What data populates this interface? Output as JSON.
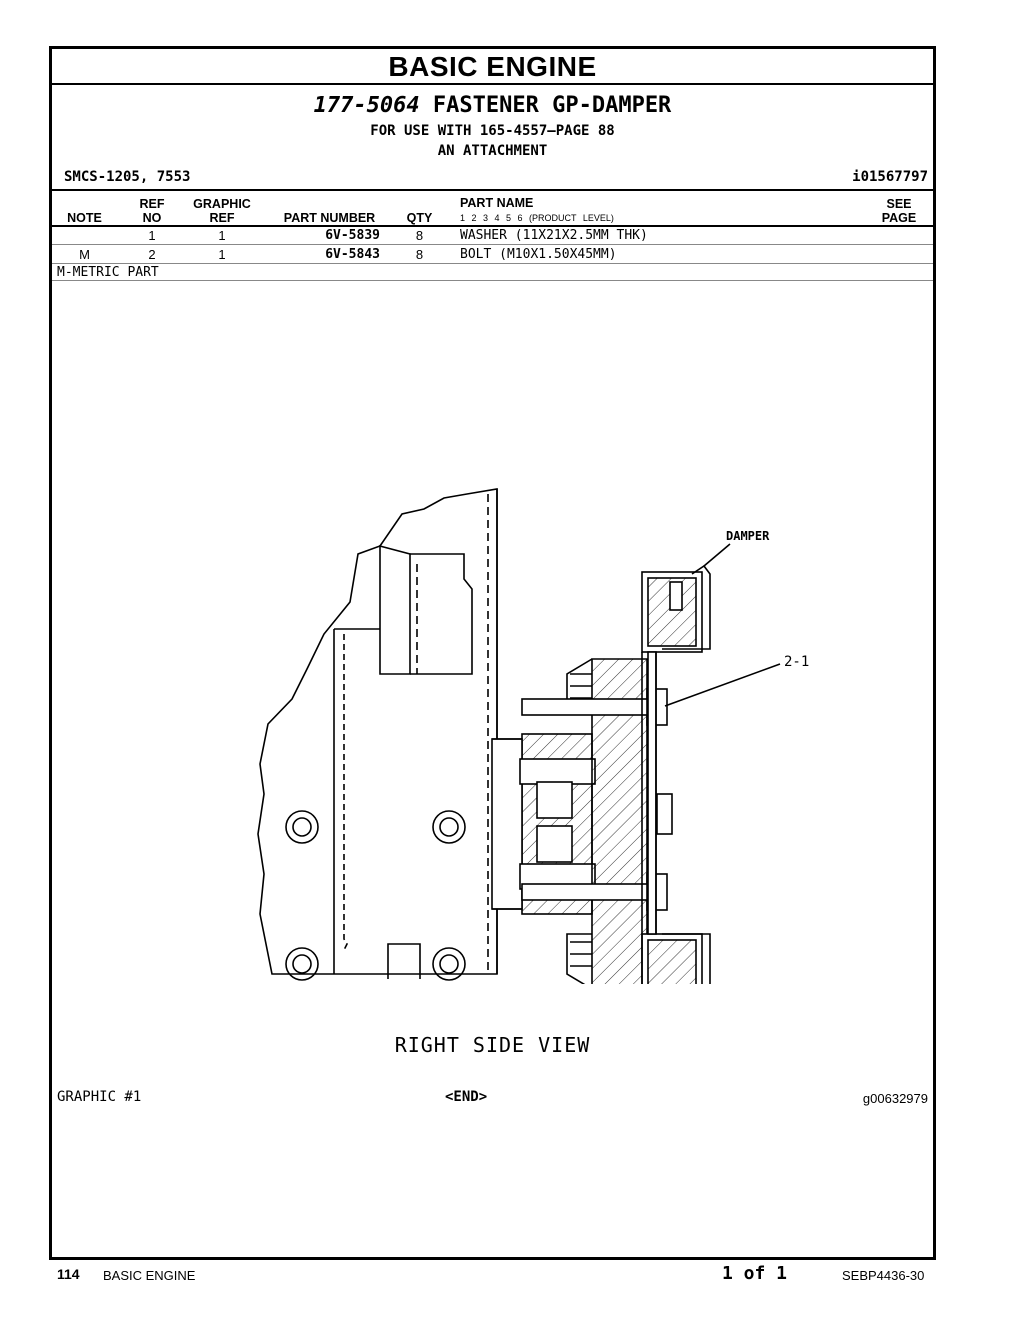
{
  "section_title": "BASIC ENGINE",
  "group": {
    "part_number": "177-5064",
    "name": "FASTENER GP-DAMPER",
    "use_with": "FOR USE WITH 165-4557—PAGE 88",
    "type": "AN ATTACHMENT"
  },
  "smcs": "SMCS-1205, 7553",
  "info_id": "i01567797",
  "table": {
    "headers": {
      "note": "NOTE",
      "ref_no_1": "REF",
      "ref_no_2": "NO",
      "graphic_ref_1": "GRAPHIC",
      "graphic_ref_2": "REF",
      "part_number": "PART NUMBER",
      "qty": "QTY",
      "part_name": "PART NAME",
      "product_level": "1   2   3   4   5   6   (PRODUCT LEVEL)",
      "see_page_1": "SEE",
      "see_page_2": "PAGE"
    },
    "rows": [
      {
        "note": "",
        "ref_no": "1",
        "graphic_ref": "1",
        "part_number": "6V-5839",
        "qty": "8",
        "part_name": "WASHER (11X21X2.5MM THK)"
      },
      {
        "note": "M",
        "ref_no": "2",
        "graphic_ref": "1",
        "part_number": "6V-5843",
        "qty": "8",
        "part_name": "BOLT (M10X1.50X45MM)"
      }
    ],
    "footnote": "M-METRIC PART"
  },
  "drawing": {
    "label_damper": "DAMPER",
    "label_callout": "2-1",
    "caption": "RIGHT SIDE VIEW"
  },
  "graphic": {
    "number": "GRAPHIC #1",
    "end": "<END>",
    "id": "g00632979"
  },
  "footer": {
    "page": "114",
    "section": "BASIC ENGINE",
    "of": "1 of 1",
    "doc": "SEBP4436-30"
  }
}
